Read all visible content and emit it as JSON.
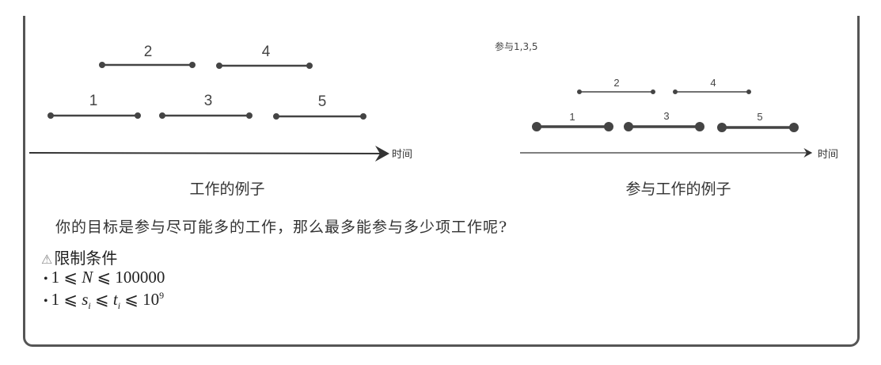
{
  "left_diagram": {
    "jobs": [
      {
        "label": "1",
        "row": "bottom"
      },
      {
        "label": "2",
        "row": "top"
      },
      {
        "label": "3",
        "row": "bottom"
      },
      {
        "label": "4",
        "row": "top"
      },
      {
        "label": "5",
        "row": "bottom"
      }
    ],
    "axis_label": "时间",
    "caption": "工作的例子"
  },
  "right_diagram": {
    "note": "参与1,3,5",
    "jobs": [
      {
        "label": "1",
        "selected": true
      },
      {
        "label": "2",
        "selected": false
      },
      {
        "label": "3",
        "selected": true
      },
      {
        "label": "4",
        "selected": false
      },
      {
        "label": "5",
        "selected": true
      }
    ],
    "axis_label": "时间",
    "caption": "参与工作的例子"
  },
  "question": "你的目标是参与尽可能多的工作，那么最多能参与多少项工作呢?",
  "constraints": {
    "icon": "warning-icon",
    "title": "限制条件",
    "items": [
      {
        "lhs": "1 ⩽ ",
        "var": "N",
        "rhs": " ⩽ 100000"
      },
      {
        "lhs": "1 ⩽ ",
        "s": "s",
        "s_sub": "i",
        "mid": " ⩽ ",
        "t": "t",
        "t_sub": "i",
        "rhs": " ⩽ 10",
        "exp": "9"
      }
    ]
  }
}
